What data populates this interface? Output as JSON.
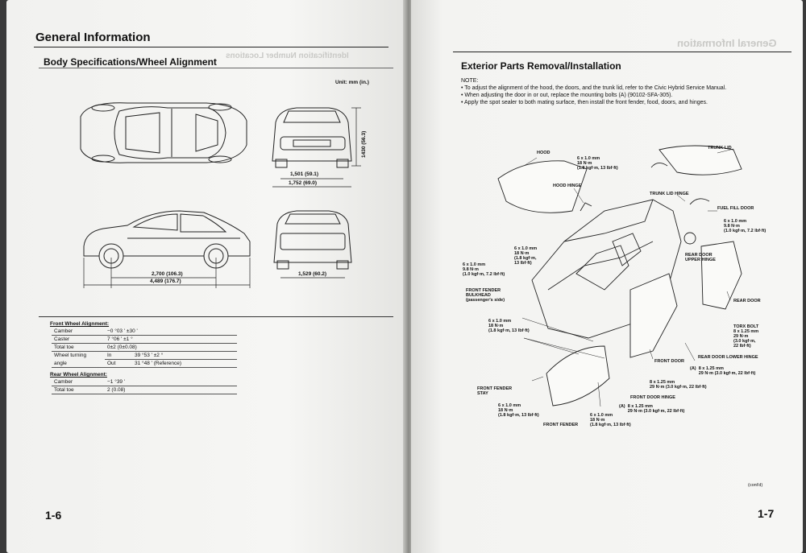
{
  "left_page": {
    "title": "General Information",
    "section": "Body Specifications/Wheel Alignment",
    "mirror_text": "Identification Number Locations",
    "unit": "Unit: mm (in.)",
    "dimensions": {
      "height": "1430 (56.3)",
      "front_tread": "1,501 (59.1)",
      "overall_width": "1,752 (69.0)",
      "wheelbase": "2,700 (106.3)",
      "overall_length": "4,489 (176.7)",
      "rear_tread": "1,529 (60.2)"
    },
    "front_alignment": {
      "heading": "Front Wheel Alignment:",
      "rows": [
        {
          "label": "Camber",
          "value": "−0 °03 ' ±30 '"
        },
        {
          "label": "Caster",
          "value": "7 °06 ' ±1 °"
        },
        {
          "label": "Total toe",
          "value": "0±2 (0±0.08)"
        }
      ],
      "turning_label_1": "Wheel turning",
      "turning_label_2": "angle",
      "in_label": "In",
      "in_value": "39 °53 ' ±2 °",
      "out_label": "Out",
      "out_value": "31 °48 ' (Reference)"
    },
    "rear_alignment": {
      "heading": "Rear Wheel Alignment:",
      "rows": [
        {
          "label": "Camber",
          "value": "−1 °39 '"
        },
        {
          "label": "Total toe",
          "value": "2 (0.08)"
        }
      ]
    },
    "page_number": "1-6"
  },
  "right_page": {
    "title": "Exterior Parts Removal/Installation",
    "mirror_text": "General Information",
    "note_label": "NOTE:",
    "notes": [
      "• To adjust the alignment of the hood, the doors, and the trunk lid, refer to the Civic Hybrid Service Manual.",
      "• When adjusting the door in or out, replace the mounting bolts (A) (90102-SFA-305).",
      "• Apply the spot sealer to both mating surface, then install the front fender, food, doors, and hinges."
    ],
    "labels": {
      "hood": "HOOD",
      "trunk_lid": "TRUNK LID",
      "hood_hinge": "HOOD HINGE",
      "trunk_lid_hinge": "TRUNK LID HINGE",
      "fuel_fill_door": "FUEL FILL DOOR",
      "rear_door_upper_hinge": "REAR DOOR\nUPPER HINGE",
      "rear_door": "REAR DOOR",
      "torx_bolt": "TORX BOLT",
      "front_door": "FRONT DOOR",
      "rear_door_lower_hinge": "REAR DOOR LOWER HINGE",
      "front_fender_bulkhead": "FRONT FENDER\nBULKHEAD\n(passenger's side)",
      "front_fender_stay": "FRONT FENDER\nSTAY",
      "front_fender": "FRONT FENDER",
      "front_door_hinge": "FRONT DOOR HINGE"
    },
    "torques": {
      "hood_bolt": "6 x 1.0 mm\n18 N·m\n(1.8 kgf·m, 13 lbf·ft)",
      "fuel_door_bolt": "6 x 1.0 mm\n9.8 N·m\n(1.0 kgf·m, 7.2 lbf·ft)",
      "center_bolt": "6 x 1.0 mm\n18 N·m\n(1.8 kgf·m,\n13 lbf·ft)",
      "left_bolt": "6 x 1.0 mm\n9.8 N·m\n(1.0 kgf·m, 7.2 lbf·ft)",
      "fender_bolt": "6 x 1.0 mm\n18 N·m\n(1.8 kgf·m, 13 lbf·ft)",
      "torx_bolt_spec": "8 x 1.25 mm\n29 N·m\n(3.0 kgf·m,\n22 lbf·ft)",
      "rear_hinge_a": "(A)  8 x 1.25 mm\n       29 N·m (3.0 kgf·m, 22 lbf·ft)",
      "front_hinge_bolt": "8 x 1.25 mm\n29 N·m (3.0 kgf·m, 22 lbf·ft)",
      "front_hinge_a": "(A)  8 x 1.25 mm\n       29 N·m (3.0 kgf·m, 22 lbf·ft)",
      "stay_bolt": "6 x 1.0 mm\n18 N·m\n(1.8 kgf·m, 13 lbf·ft)",
      "fender_lower_bolt": "6 x 1.0 mm\n18 N·m\n(1.8 kgf·m, 13 lbf·ft)"
    },
    "contd": "(cont'd)",
    "page_number": "1-7"
  }
}
